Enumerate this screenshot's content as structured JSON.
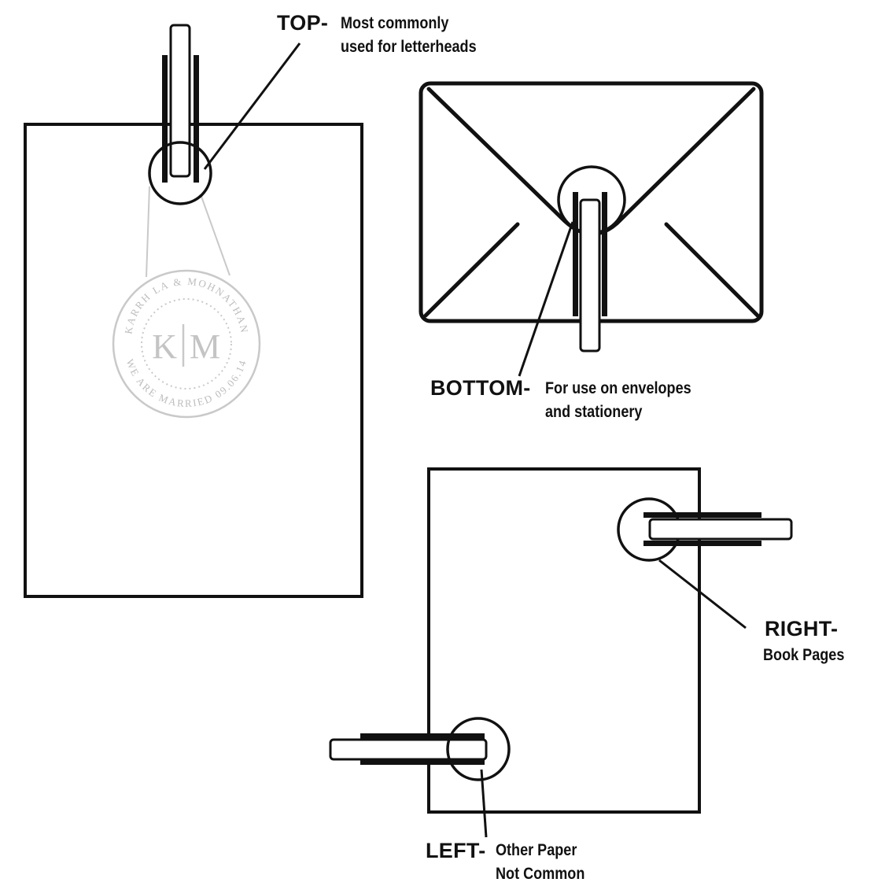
{
  "labels": {
    "top": {
      "heading": "TOP-",
      "line1": "Most commonly",
      "line2": "used for letterheads"
    },
    "bottom": {
      "heading": "BOTTOM-",
      "line1": "For use on envelopes",
      "line2": "and stationery"
    },
    "right": {
      "heading": "RIGHT-",
      "line1": "Book Pages"
    },
    "left": {
      "heading": "LEFT-",
      "line1": "Other Paper",
      "line2": "Not Common"
    }
  },
  "seal": {
    "monogram_left": "K",
    "monogram_right": "M",
    "ring_text_top": "KARRH LA & MOHNATHAN",
    "ring_text_bottom": "WE ARE MARRIED 09.06.14",
    "color": "#c9c9c9"
  },
  "colors": {
    "line": "#111111",
    "background": "#ffffff"
  }
}
